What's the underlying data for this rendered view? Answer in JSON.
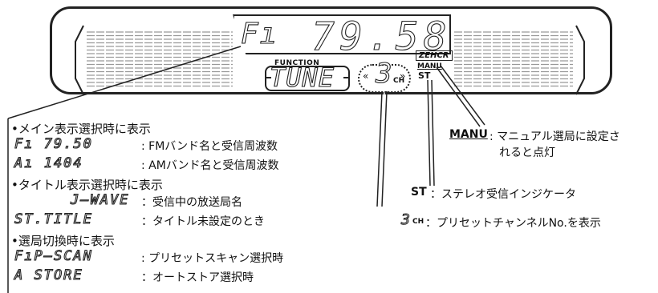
{
  "display": {
    "freq_band": "Fı",
    "freq_value": "79.58",
    "zehcr_label": "ZEHCR",
    "manu_indicator": "MANU",
    "st_indicator": "ST",
    "function_label": "FUNCTION",
    "tune_label": "TUNE",
    "channel_number": "3",
    "ch_label": "CH"
  },
  "annotations": {
    "main_header": "•メイン表示選択時に表示",
    "main_items": [
      {
        "seg": "Fı  79.50",
        "desc": ": FMバンド名と受信周波数"
      },
      {
        "seg": "Aı   1404",
        "desc": ": AMバンド名と受信周波数"
      }
    ],
    "title_header": "•タイトル表示選択時に表示",
    "title_items": [
      {
        "seg": "J—WAVE",
        "desc": "：受信中の放送局名"
      },
      {
        "seg": "ST.TITLE",
        "desc": "：タイトル未設定のとき"
      }
    ],
    "seek_header": "•選局切換時に表示",
    "seek_items": [
      {
        "seg": "FıP—SCAN",
        "desc": ": プリセットスキャン選択時"
      },
      {
        "seg": "A  STORE",
        "desc": "：オートストア選択時"
      }
    ],
    "manu_label": "MANU",
    "manu_desc_1": ": マニュアル選局に設定さ",
    "manu_desc_2": "れると点灯",
    "st_label": "ST",
    "st_desc": "：ステレオ受信インジケータ",
    "ch_seg": "3",
    "ch_unit": "CH",
    "ch_desc": "：プリセットチャンネルNo.を表示"
  }
}
